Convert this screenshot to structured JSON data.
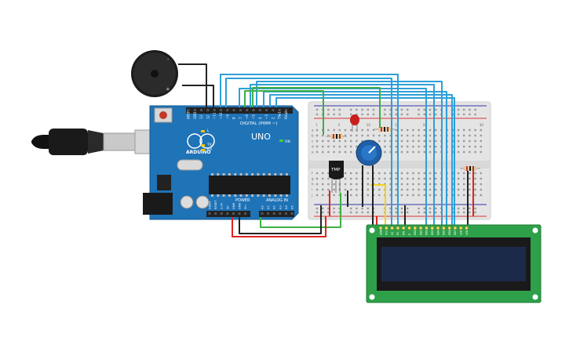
{
  "arduino": {
    "brand": "ARDUINO",
    "model": "UNO",
    "digital_label": "DIGITAL (PWM ~)",
    "power_label": "POWER",
    "analog_label": "ANALOG IN",
    "tx": "TX",
    "rx": "RX",
    "l": "L",
    "on": "ON",
    "top_pins": [
      "AREF",
      "GND",
      "13",
      "12",
      "~11",
      "~10",
      "~9",
      "8",
      "7",
      "~6",
      "~5",
      "4",
      "~3",
      "2",
      "TX▸1",
      "RX◂0"
    ],
    "power_pins": [
      "IOREF",
      "RESET",
      "3.3V",
      "5V",
      "GND",
      "GND",
      "Vin"
    ],
    "analog_pins": [
      "A0",
      "A1",
      "A2",
      "A3",
      "A4",
      "A5"
    ]
  },
  "sensor": {
    "label": "TMP"
  },
  "lcd": {
    "pins": [
      "GND",
      "VCC",
      "V0",
      "RS",
      "RW",
      "E",
      "DB0",
      "DB1",
      "DB2",
      "DB3",
      "DB4",
      "DB5",
      "DB6",
      "DB7",
      "LED",
      "LED"
    ]
  },
  "buzzer": {
    "minus": "-",
    "plus": "+"
  },
  "breadboard": {
    "col_labels": [
      "1",
      "5",
      "10",
      "15",
      "20",
      "25",
      "30"
    ],
    "row_labels_top": [
      "a",
      "b",
      "c",
      "d",
      "e"
    ],
    "row_labels_bottom": [
      "f",
      "g",
      "h",
      "i",
      "j"
    ]
  },
  "colors": {
    "board": "#1f73b7",
    "lcd_pcb": "#2ea04a",
    "lcd_screen": "#1c2a4a",
    "wire_blue": "#2f9fd8",
    "wire_green": "#3cb043",
    "wire_red": "#e02020",
    "wire_black": "#222222",
    "wire_yellow": "#f2d21b"
  }
}
